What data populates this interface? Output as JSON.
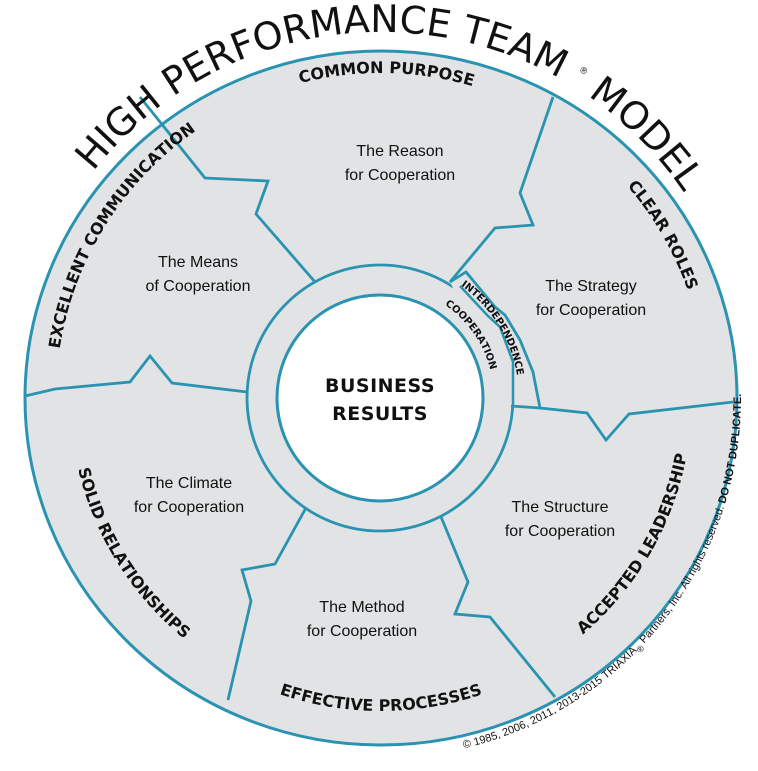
{
  "title": "HIGH PERFORMANCE TEAM",
  "title_registered": "®",
  "title_suffix": "MODEL",
  "center": {
    "line1": "BUSINESS",
    "line2": "RESULTS"
  },
  "ring": {
    "inner": "COOPERATION",
    "outer": "INTERDEPENDENCE"
  },
  "segments": [
    {
      "id": "common-purpose",
      "label": "COMMON PURPOSE",
      "desc_line1": "The Reason",
      "desc_line2": "for Cooperation"
    },
    {
      "id": "clear-roles",
      "label": "CLEAR ROLES",
      "desc_line1": "The Strategy",
      "desc_line2": "for Cooperation"
    },
    {
      "id": "accepted-leadership",
      "label": "ACCEPTED LEADERSHIP",
      "desc_line1": "The Structure",
      "desc_line2": "for Cooperation"
    },
    {
      "id": "effective-processes",
      "label": "EFFECTIVE PROCESSES",
      "desc_line1": "The Method",
      "desc_line2": "for Cooperation"
    },
    {
      "id": "solid-relationships",
      "label": "SOLID RELATIONSHIPS",
      "desc_line1": "The Climate",
      "desc_line2": "for Cooperation"
    },
    {
      "id": "excellent-communication",
      "label": "EXCELLENT COMMUNICATION",
      "desc_line1": "The Means",
      "desc_line2": "of Cooperation"
    }
  ],
  "copyright": {
    "text": "© 1985, 2006, 2011, 2013-2015 TRIAXIA",
    "registered": "®",
    "text2": " Partners, Inc. All rights reserved. ",
    "bold": "DO NOT DUPLICATE."
  },
  "colors": {
    "outline": "#2a93b1",
    "segment_fill": "#e2e3e5",
    "center_fill": "#ffffff",
    "text": "#111111"
  }
}
